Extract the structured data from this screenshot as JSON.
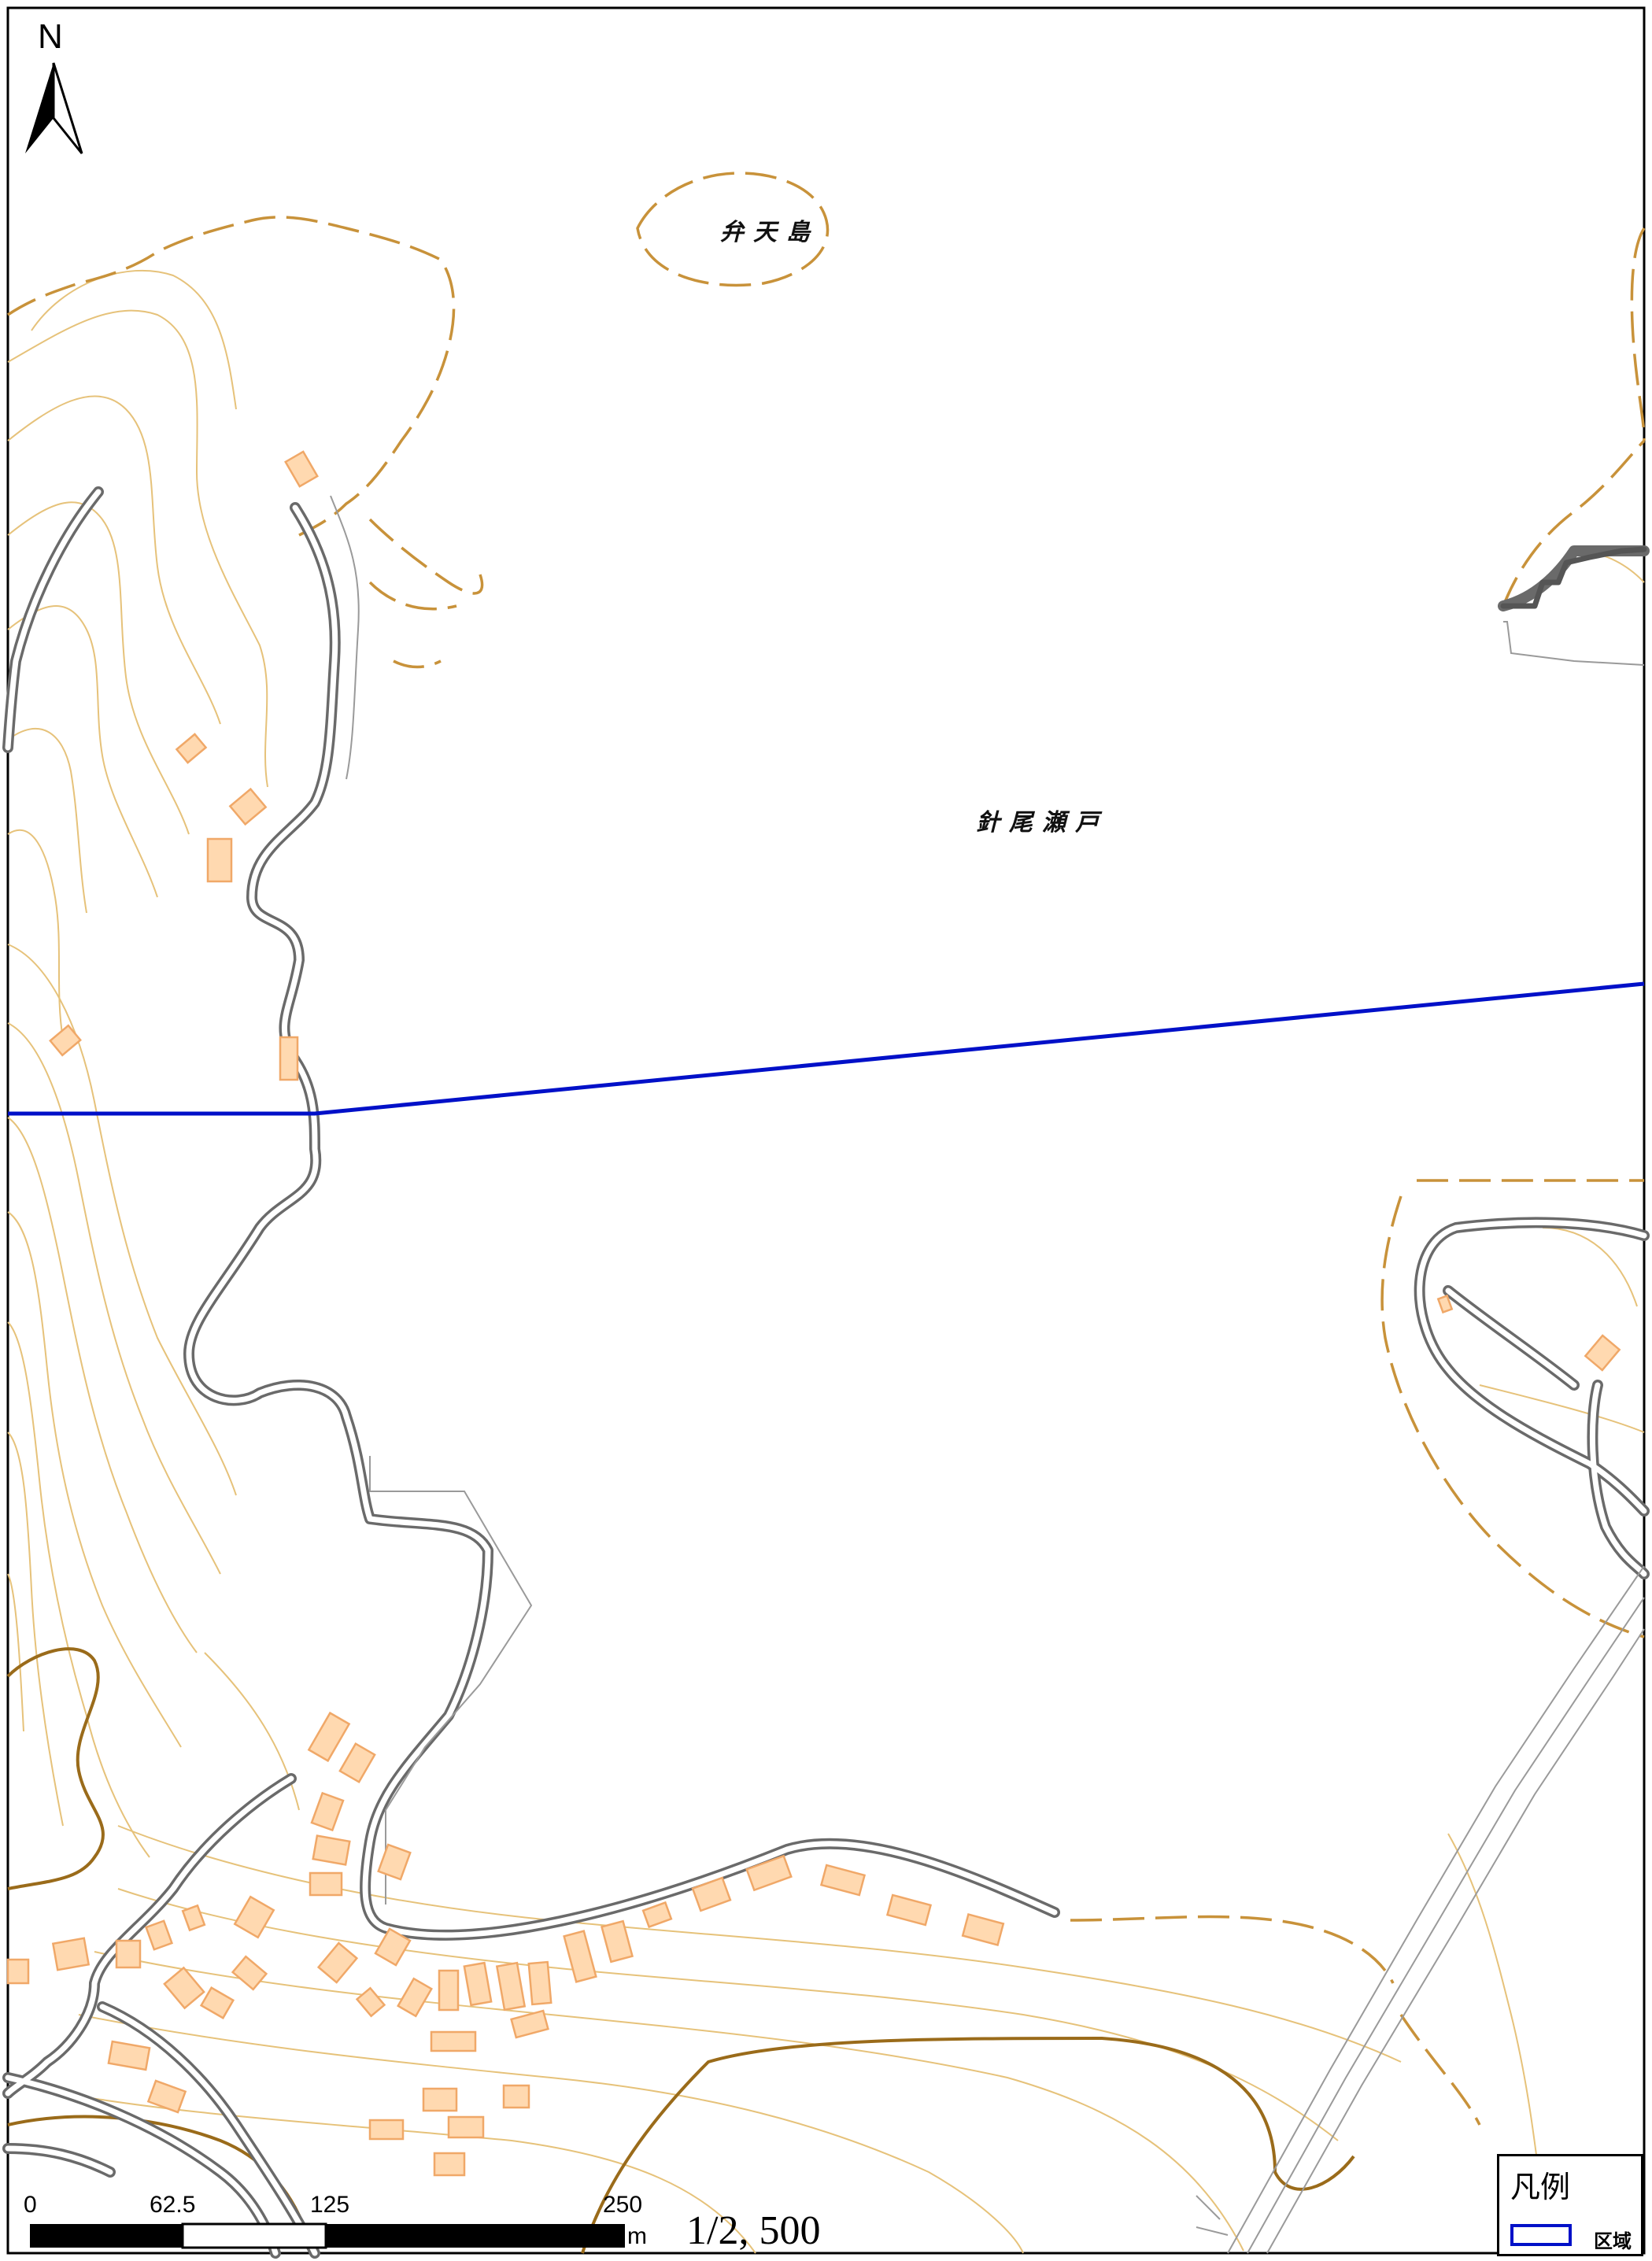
{
  "map": {
    "north_label": "N",
    "place_labels": {
      "island": "弁天島",
      "strait": "針尾瀬戸"
    },
    "scale_bar": {
      "ticks": [
        "0",
        "62.5",
        "125",
        "250"
      ],
      "unit": "m",
      "ratio": "1/2, 500"
    },
    "legend": {
      "title": "凡例",
      "items": [
        {
          "label": "区域",
          "color": "#0010c8"
        }
      ]
    },
    "colors": {
      "contour": "#e6c27a",
      "index_contour": "#9a6b1a",
      "coastline": "#c8923a",
      "road": "#6a6a6a",
      "building_fill": "#ffd9b0",
      "building_stroke": "#f0a868",
      "boundary": "#0010c8",
      "frame": "#000000"
    }
  }
}
